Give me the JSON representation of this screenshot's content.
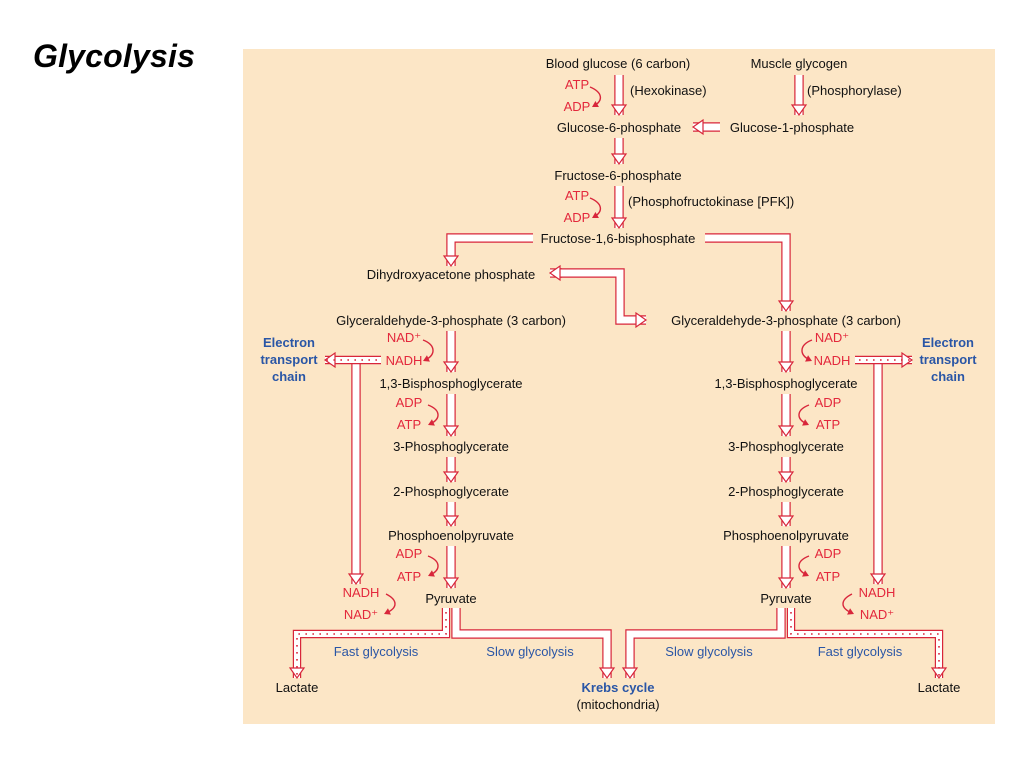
{
  "slide": {
    "title": "Glycolysis"
  },
  "colors": {
    "panel_bg": "#fce6c6",
    "arrow_stroke": "#d8263b",
    "arrow_fill": "#ffffff",
    "cofactor": "#e3283c",
    "pathway_label": "#2a56a6",
    "text": "#111111"
  },
  "nodes": {
    "blood_glucose": "Blood glucose (6 carbon)",
    "muscle_glycogen": "Muscle glycogen",
    "glucose_6p": "Glucose-6-phosphate",
    "glucose_1p": "Glucose-1-phosphate",
    "fructose_6p": "Fructose-6-phosphate",
    "fructose_16bp": "Fructose-1,6-bisphosphate",
    "dhap": "Dihydroxyacetone phosphate",
    "g3p_left": "Glyceraldehyde-3-phosphate (3 carbon)",
    "g3p_right": "Glyceraldehyde-3-phosphate (3 carbon)",
    "bpg_left": "1,3-Bisphosphoglycerate",
    "bpg_right": "1,3-Bisphosphoglycerate",
    "pg3_left": "3-Phosphoglycerate",
    "pg3_right": "3-Phosphoglycerate",
    "pg2_left": "2-Phosphoglycerate",
    "pg2_right": "2-Phosphoglycerate",
    "pep_left": "Phosphoenolpyruvate",
    "pep_right": "Phosphoenolpyruvate",
    "pyruvate_left": "Pyruvate",
    "pyruvate_right": "Pyruvate",
    "lactate_left": "Lactate",
    "lactate_right": "Lactate",
    "krebs_cycle": "Krebs cycle",
    "mitochondria": "(mitochondria)"
  },
  "enzymes": {
    "hexokinase": "(Hexokinase)",
    "phosphorylase": "(Phosphorylase)",
    "pfk": "(Phosphofructokinase [PFK])"
  },
  "cofactors": {
    "atp": "ATP",
    "adp": "ADP",
    "nad_plus": "NAD⁺",
    "nadh": "NADH"
  },
  "labels": {
    "etc_line1": "Electron",
    "etc_line2": "transport",
    "etc_line3": "chain",
    "fast_glycolysis": "Fast glycolysis",
    "slow_glycolysis": "Slow glycolysis"
  }
}
